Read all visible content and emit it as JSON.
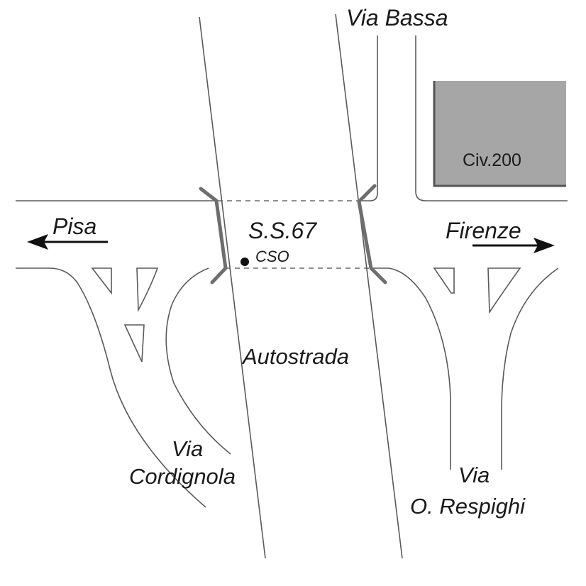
{
  "labels": {
    "top_road": "Via Bassa",
    "left_direction": "Pisa",
    "right_direction": "Firenze",
    "state_road": "S.S.67",
    "point_marker": "CSO",
    "highway": "Autostrada",
    "left_road_line1": "Via",
    "left_road_line2": "Cordignola",
    "right_road_line1": "Via",
    "right_road_line2": "O. Respighi",
    "building": "Civ.200"
  },
  "colors": {
    "road_line": "#5a5a5a",
    "bridge": "#6e6e6e",
    "building_fill": "#a6a6a6",
    "building_border": "#555555",
    "arrow": "#111111",
    "marker": "#111111"
  }
}
